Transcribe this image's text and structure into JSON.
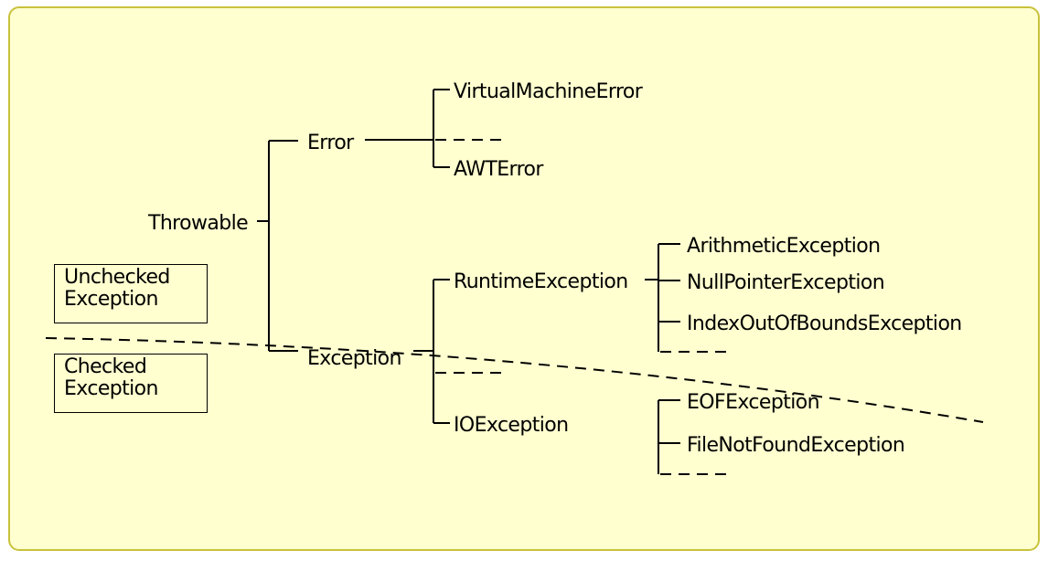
{
  "diagram": {
    "root": "Throwable",
    "error": {
      "label": "Error",
      "children": [
        "VirtualMachineError",
        "AWTError"
      ]
    },
    "exception": {
      "label": "Exception",
      "runtime": {
        "label": "RuntimeException",
        "children": [
          "ArithmeticException",
          "NullPointerException",
          "IndexOutOfBoundsException"
        ]
      },
      "io": {
        "label": "IOException",
        "children": [
          "EOFException",
          "FileNotFoundException"
        ]
      }
    },
    "legend": {
      "unchecked": [
        "Unchecked",
        "Exception"
      ],
      "checked": [
        "Checked",
        "Exception"
      ]
    }
  },
  "colors": {
    "panel_background": "#ffffd0",
    "panel_border": "#c9c23a",
    "line": "#000000"
  }
}
